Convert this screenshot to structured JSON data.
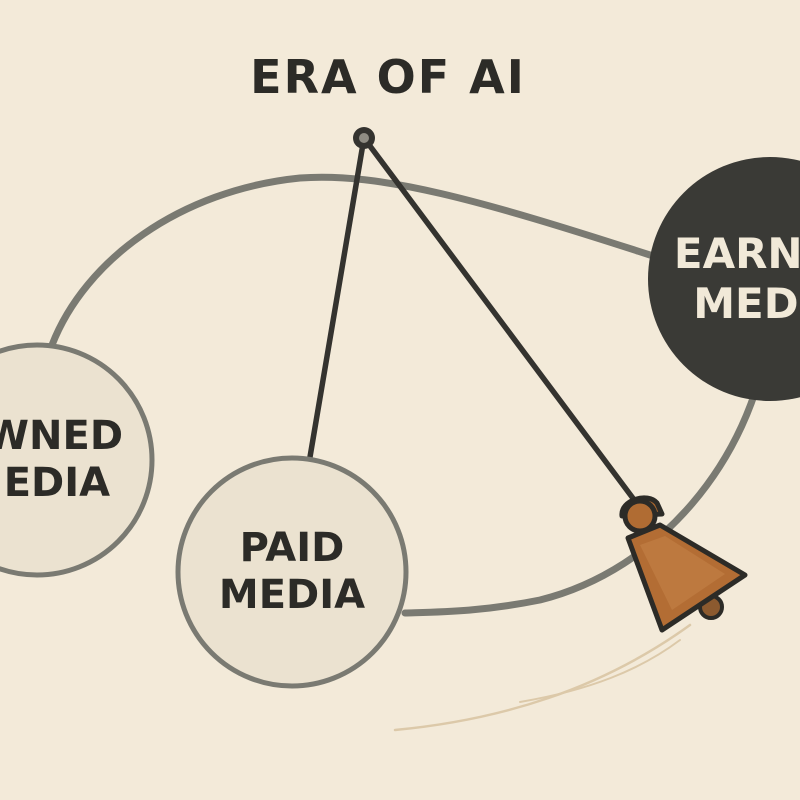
{
  "title": "ERA OF AI",
  "nodes": {
    "owned": {
      "line1": "OWNED",
      "line2": "MEDIA"
    },
    "paid": {
      "line1": "PAID",
      "line2": "MEDIA"
    },
    "earned": {
      "line1": "EARNED",
      "line2": "MEDIA"
    }
  },
  "colors": {
    "background": "#f3ead9",
    "ink": "#2c2b27",
    "loop": "#7a7a72",
    "node_fill_light": "#ebe2d0",
    "node_fill_dark": "#3a3a36",
    "bell": "#b36d34"
  },
  "icons": {
    "pivot": "pivot-icon",
    "bell": "bell-icon"
  }
}
